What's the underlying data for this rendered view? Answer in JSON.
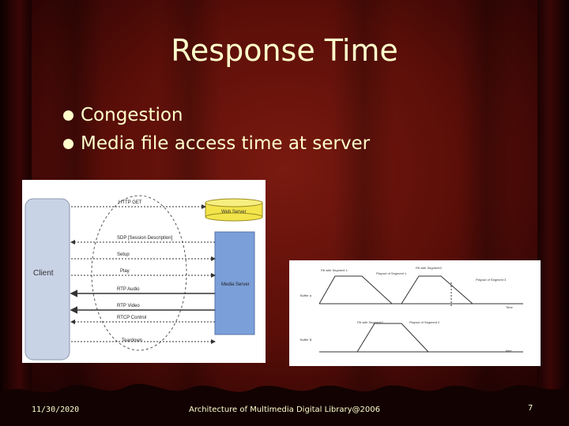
{
  "slide": {
    "title": "Response Time",
    "bullets": [
      "Congestion",
      "Media file access time at server"
    ],
    "footer": {
      "date": "11/30/2020",
      "text": "Architecture of Multimedia Digital Library@2006",
      "page": "7"
    }
  },
  "colors": {
    "text": "#ffffcc",
    "curtain": "#5a0e08",
    "client_box": "#c9d3e6",
    "server_box": "#7b9fd8",
    "web_server": "#f2e44a"
  },
  "diagram_left": {
    "client_label": "Client",
    "web_server_label": "Web Server",
    "media_server_label": "Media Server",
    "messages": [
      "HTTP GET",
      "SDP [Session Description]",
      "Setup",
      "Play",
      "RTP Audio",
      "RTP Video",
      "RTCP Control",
      "Teardown"
    ]
  },
  "diagram_right": {
    "labels": {
      "fill_with_segment1": "Fill with Segment 1",
      "playout_segment1": "Playout of Segment 1",
      "fill_with_segment3": "Fill with Segment3",
      "playout_segment3": "Playout of Segment 3",
      "buffer_a": "Buffer a",
      "time_top": "Time",
      "fill_with_segment2": "Fill with Segment2",
      "playout_segment2": "Playout of Segment 2",
      "buffer_b": "Buffer B",
      "time_bottom": "time"
    }
  }
}
